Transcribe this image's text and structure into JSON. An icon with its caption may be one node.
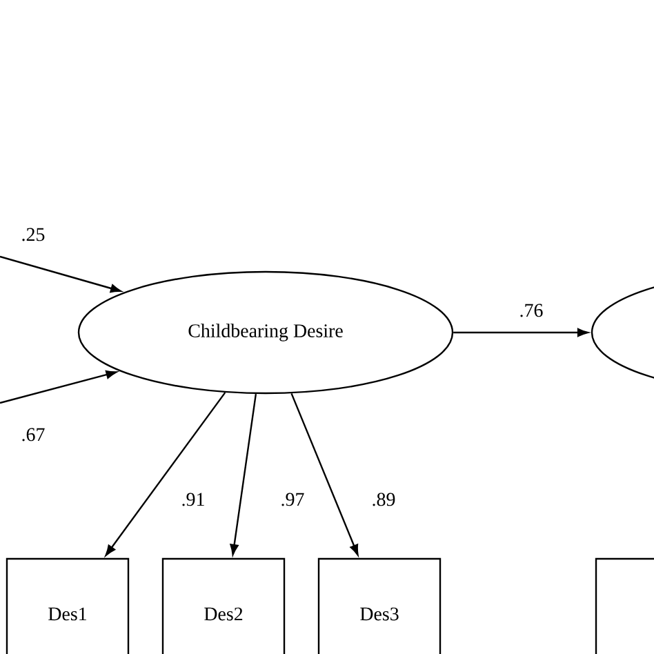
{
  "diagram": {
    "nodes": [
      {
        "text": [
          "Childbearing Desire"
        ]
      },
      {
        "text": [],
        "shape": "ellipse"
      },
      {
        "text": [
          "Des1"
        ]
      },
      {
        "text": [
          "Des2"
        ]
      },
      {
        "text": [
          "Des3"
        ]
      },
      {
        "text": [],
        "shape": "box"
      }
    ],
    "edges": [
      {
        "from": null,
        "to": 0,
        "arrow": "to",
        "label": ".25"
      },
      {
        "from": null,
        "to": 0,
        "arrow": "to",
        "label": ".67"
      },
      {
        "from": 0,
        "to": 1,
        "arrow": "to",
        "label": ".76"
      },
      {
        "from": 0,
        "to": 2,
        "arrow": "to",
        "label": ".91"
      },
      {
        "from": 0,
        "to": 3,
        "arrow": "to",
        "label": ".97"
      },
      {
        "from": 0,
        "to": 4,
        "arrow": "to",
        "label": ".89"
      }
    ]
  }
}
